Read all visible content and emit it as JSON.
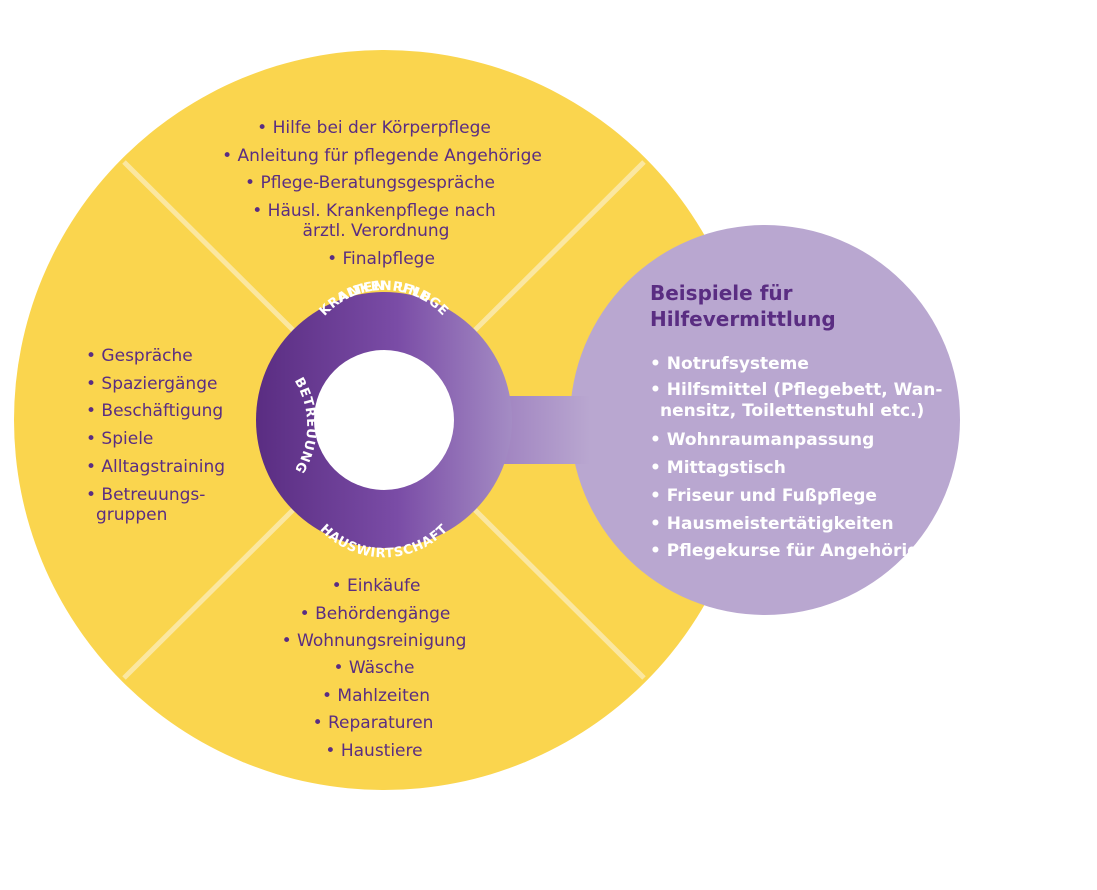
{
  "diagram": {
    "segments": {
      "top": [
        "• Hilfe bei der Körperpflege",
        "• Anleitung für pflegende Angehörige",
        "• Pflege-Beratungsgespräche",
        "• Häusl. Krankenpflege nach",
        "ärztl. Verordnung",
        "• Finalpflege"
      ],
      "left": [
        "• Gespräche",
        "• Spaziergänge",
        "• Beschäftigung",
        "• Spiele",
        "• Alltagstraining",
        "• Betreuungs-",
        "gruppen"
      ],
      "bottom": [
        "• Einkäufe",
        "• Behördengänge",
        "• Wohnungsreinigung",
        "• Wäsche",
        "• Mahlzeiten",
        "• Reparaturen",
        "• Haustiere"
      ]
    },
    "ring_labels": {
      "top_line1": "ALTEN- UND",
      "top_line2": "KRANKENPFLEGE",
      "left": "BETREUUNG",
      "bottom": "HAUSWIRTSCHAFT"
    },
    "hilfe": {
      "title_line1": "Beispiele für",
      "title_line2": "Hilfevermittlung",
      "items": [
        "• Notrufsysteme",
        "• Hilfsmittel (Pflegebett, Wan-",
        "nensitz, Toilettenstuhl etc.)",
        "• Wohnraumanpassung",
        "• Mittagstisch",
        "• Friseur und Fußpflege",
        "• Hausmeistertätigkeiten",
        "• Pflegekurse für Angehörige"
      ]
    },
    "colors": {
      "yellow": "#fad54e",
      "yellow_light": "#fbe7a0",
      "purple_dark": "#5a2d82",
      "purple_mid": "#8a5fb0",
      "lavender": "#b9a7d0",
      "white": "#ffffff"
    }
  }
}
